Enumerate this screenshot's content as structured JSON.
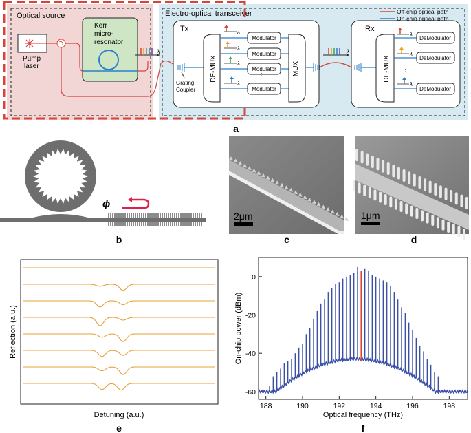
{
  "colors": {
    "accent_red": "#d9443a",
    "optical_blue": "#2a7fc9",
    "source_bg": "#f2d6d6",
    "transceiver_bg": "#d7eaf2",
    "spectrum_blue": "#3a4fa6",
    "pump_red": "#e03030",
    "trace_orange": "#e8a23a",
    "rainbow": [
      "#d9443a",
      "#f0a020",
      "#2eaa55",
      "#2a7fc9",
      "#7a3fb0"
    ]
  },
  "panel_a": {
    "label": "a",
    "optical_source_title": "Optical source",
    "pump_label_1": "Pump",
    "pump_label_2": "laser",
    "kerr_label_1": "Kerr",
    "kerr_label_2": "micro-",
    "kerr_label_3": "resonator",
    "transceiver_title": "Electro-optical transceiver",
    "tx_label": "Tx",
    "rx_label": "Rx",
    "demux_label": "DE-MUX",
    "mux_label": "MUX",
    "modulator_label": "Modulator",
    "demodulator_label": "DeModulator",
    "grating_coupler_1": "Grating",
    "grating_coupler_2": "Coupler",
    "lambda": "λ",
    "vdots": "⋮",
    "legend_offchip": "Off-chip optical path",
    "legend_onchip": "On-chip optical path"
  },
  "panel_b": {
    "label": "b",
    "phi": "ϕ"
  },
  "panel_c": {
    "label": "c",
    "scale": "2μm"
  },
  "panel_d": {
    "label": "d",
    "scale": "1μm"
  },
  "panel_e": {
    "label": "e",
    "ylabel": "Reflection (a.u.)",
    "xlabel": "Detuning (a.u.)",
    "traces": [
      {
        "dips": []
      },
      {
        "dips": [
          [
            0.4,
            0.18
          ],
          [
            0.52,
            0.55
          ]
        ]
      },
      {
        "dips": [
          [
            0.4,
            0.55
          ],
          [
            0.52,
            0.35
          ]
        ]
      },
      {
        "dips": [
          [
            0.4,
            0.75
          ],
          [
            0.52,
            0.25
          ]
        ]
      },
      {
        "dips": [
          [
            0.41,
            0.3
          ],
          [
            0.52,
            0.7
          ]
        ]
      },
      {
        "dips": [
          [
            0.41,
            0.55
          ],
          [
            0.52,
            0.45
          ]
        ]
      },
      {
        "dips": [
          [
            0.41,
            0.35
          ],
          [
            0.52,
            0.7
          ]
        ]
      },
      {
        "dips": [
          [
            0.41,
            0.55
          ],
          [
            0.51,
            0.6
          ]
        ]
      }
    ]
  },
  "chart_data": {
    "type": "line",
    "panel_label": "f",
    "xlabel": "Optical frequency (THz)",
    "ylabel": "On-chip power (dBm)",
    "xlim": [
      187.6,
      199.0
    ],
    "ylim": [
      -64,
      10
    ],
    "xticks": [
      188,
      190,
      192,
      194,
      196,
      198
    ],
    "yticks": [
      0,
      -20,
      -40,
      -60
    ],
    "pump_frequency": 193.2,
    "pump_power": 3,
    "comb_lines": [
      {
        "f": 188.2,
        "p": -57
      },
      {
        "f": 188.4,
        "p": -52
      },
      {
        "f": 188.6,
        "p": -50
      },
      {
        "f": 188.8,
        "p": -48
      },
      {
        "f": 189.0,
        "p": -45
      },
      {
        "f": 189.2,
        "p": -44
      },
      {
        "f": 189.4,
        "p": -43
      },
      {
        "f": 189.6,
        "p": -40
      },
      {
        "f": 189.8,
        "p": -37
      },
      {
        "f": 190.0,
        "p": -35
      },
      {
        "f": 190.2,
        "p": -30
      },
      {
        "f": 190.4,
        "p": -27
      },
      {
        "f": 190.6,
        "p": -22
      },
      {
        "f": 190.8,
        "p": -18
      },
      {
        "f": 191.0,
        "p": -14
      },
      {
        "f": 191.2,
        "p": -12
      },
      {
        "f": 191.4,
        "p": -8
      },
      {
        "f": 191.6,
        "p": -6
      },
      {
        "f": 191.8,
        "p": -4
      },
      {
        "f": 192.0,
        "p": -3
      },
      {
        "f": 192.2,
        "p": -1
      },
      {
        "f": 192.4,
        "p": 0
      },
      {
        "f": 192.6,
        "p": 1
      },
      {
        "f": 192.8,
        "p": 2
      },
      {
        "f": 193.0,
        "p": 5
      },
      {
        "f": 193.4,
        "p": 4
      },
      {
        "f": 193.6,
        "p": 3
      },
      {
        "f": 193.8,
        "p": 1
      },
      {
        "f": 194.0,
        "p": 0
      },
      {
        "f": 194.2,
        "p": -1
      },
      {
        "f": 194.4,
        "p": -2
      },
      {
        "f": 194.6,
        "p": -3
      },
      {
        "f": 194.8,
        "p": -5
      },
      {
        "f": 195.0,
        "p": -8
      },
      {
        "f": 195.2,
        "p": -12
      },
      {
        "f": 195.4,
        "p": -16
      },
      {
        "f": 195.6,
        "p": -19
      },
      {
        "f": 195.8,
        "p": -24
      },
      {
        "f": 196.0,
        "p": -28
      },
      {
        "f": 196.2,
        "p": -32
      },
      {
        "f": 196.4,
        "p": -36
      },
      {
        "f": 196.6,
        "p": -39
      },
      {
        "f": 196.8,
        "p": -43
      },
      {
        "f": 197.0,
        "p": -46
      },
      {
        "f": 197.2,
        "p": -50
      },
      {
        "f": 197.4,
        "p": -52
      }
    ]
  }
}
